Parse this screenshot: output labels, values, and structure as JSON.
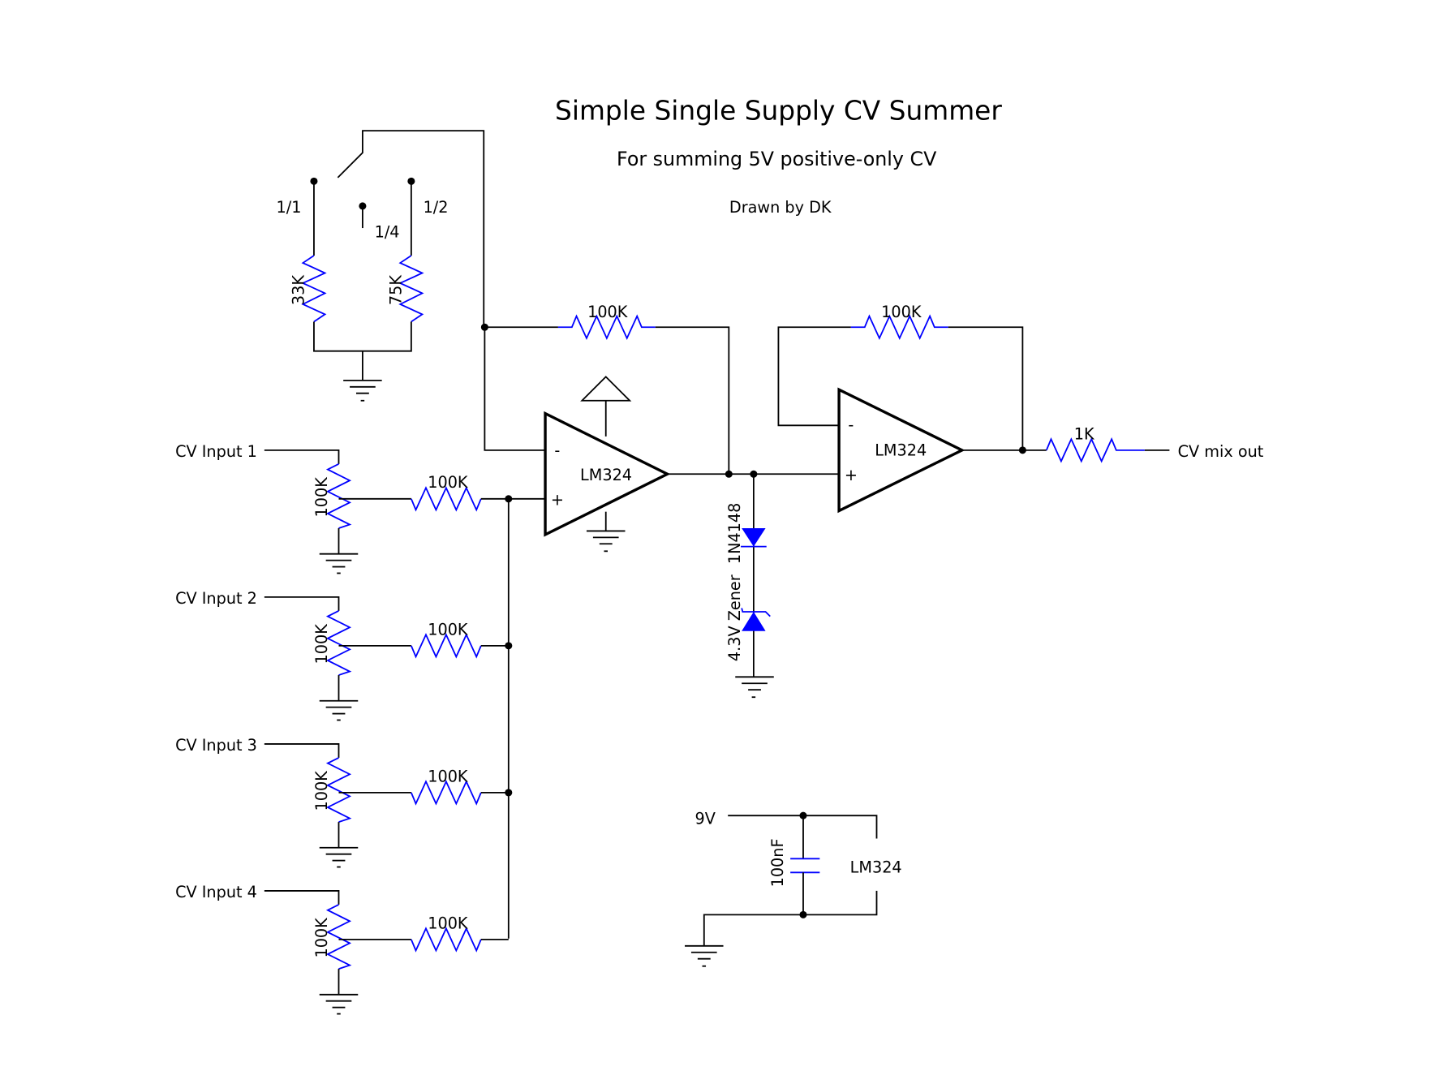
{
  "header": {
    "title": "Simple Single Supply CV Summer",
    "subtitle": "For summing 5V positive-only CV",
    "author": "Drawn by DK"
  },
  "switch": {
    "positions": [
      "1/1",
      "1/4",
      "1/2"
    ],
    "resistors": [
      "33K",
      "75K"
    ]
  },
  "inputs": [
    {
      "label": "CV Input 1",
      "pot": "100K",
      "resistor": "100K"
    },
    {
      "label": "CV Input 2",
      "pot": "100K",
      "resistor": "100K"
    },
    {
      "label": "CV Input 3",
      "pot": "100K",
      "resistor": "100K"
    },
    {
      "label": "CV Input 4",
      "pot": "100K",
      "resistor": "100K"
    }
  ],
  "opamp1": {
    "label": "LM324",
    "inv": "-",
    "noninv": "+",
    "feedback": "100K"
  },
  "opamp2": {
    "label": "LM324",
    "inv": "-",
    "noninv": "+",
    "feedback": "100K"
  },
  "clamp": {
    "diode": "1N4148",
    "zener": "4.3V Zener"
  },
  "output": {
    "resistor": "1K",
    "label": "CV mix out"
  },
  "power": {
    "supply": "9V",
    "cap": "100nF",
    "chip": "LM324"
  },
  "colors": {
    "wire": "#000000",
    "component": "#0000ff"
  }
}
